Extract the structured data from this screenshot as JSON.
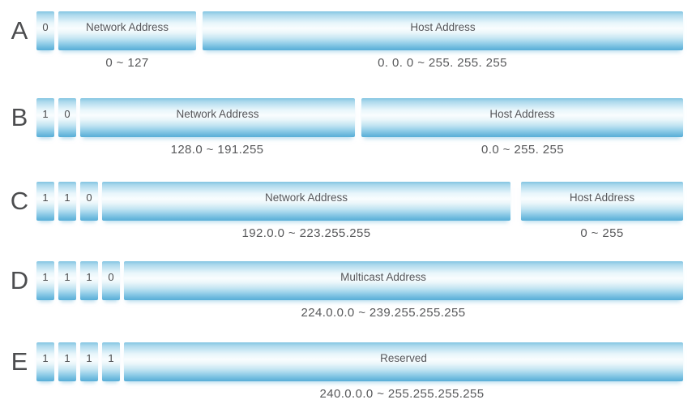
{
  "diagram": {
    "subject": "IP address classes A-E bit layout and ranges"
  },
  "colors": {
    "bar_gradient_top": "#82c4e2",
    "bar_gradient_highlight": "#f9fdfe",
    "bar_gradient_bottom": "#58aed7",
    "letter_text": "#4c4d4f",
    "range_text": "#58595b"
  },
  "rows": [
    {
      "class_label": "A",
      "bits": [
        "0"
      ],
      "segments": [
        {
          "label": "Network Address",
          "range": "0 ~ 127"
        },
        {
          "label": "Host Address",
          "range": "0. 0. 0 ~ 255. 255. 255"
        }
      ]
    },
    {
      "class_label": "B",
      "bits": [
        "1",
        "0"
      ],
      "segments": [
        {
          "label": "Network Address",
          "range": "128.0 ~ 191.255"
        },
        {
          "label": "Host Address",
          "range": "0.0 ~ 255. 255"
        }
      ]
    },
    {
      "class_label": "C",
      "bits": [
        "1",
        "1",
        "0"
      ],
      "segments": [
        {
          "label": "Network Address",
          "range": "192.0.0 ~ 223.255.255"
        },
        {
          "label": "Host Address",
          "range": "0 ~ 255"
        }
      ]
    },
    {
      "class_label": "D",
      "bits": [
        "1",
        "1",
        "1",
        "0"
      ],
      "segments": [
        {
          "label": "Multicast Address",
          "range": "224.0.0.0 ~ 239.255.255.255"
        }
      ]
    },
    {
      "class_label": "E",
      "bits": [
        "1",
        "1",
        "1",
        "1"
      ],
      "segments": [
        {
          "label": "Reserved",
          "range": "240.0.0.0 ~ 255.255.255.255"
        }
      ]
    }
  ]
}
